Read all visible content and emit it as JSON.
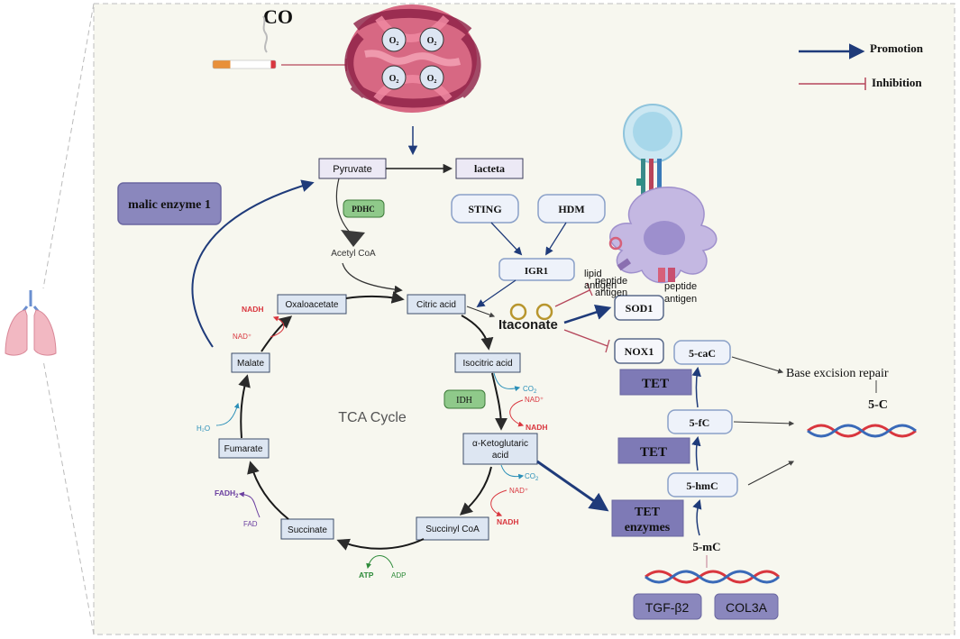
{
  "legend": {
    "promotion": "Promotion",
    "inhibition": "Inhibition",
    "promotion_color": "#1f3b7a",
    "inhibition_color": "#b5475b"
  },
  "stimulus": {
    "co": "CO",
    "o2_1": "O",
    "o2_2": "O",
    "o2_3": "O",
    "o2_4": "O",
    "o2_sub": "2"
  },
  "glycolysis": {
    "pyruvate": "Pyruvate",
    "lacteta": "lacteta",
    "pdhc": "PDHC",
    "acetyl_coa": "Acetyl CoA",
    "malic_enzyme": "malic enzyme 1"
  },
  "tca": {
    "title": "TCA Cycle",
    "citric_acid": "Citric acid",
    "isocitric_acid": "Isocitric acid",
    "idh": "IDH",
    "akg_line1": "α-Ketoglutaric",
    "akg_line2": "acid",
    "succinyl_coa": "Succinyl CoA",
    "succinate": "Succinate",
    "fumarate": "Fumarate",
    "malate": "Malate",
    "oxaloacetate": "Oxaloacetate",
    "co2_1": "CO",
    "co2_2": "CO",
    "co2_sub": "2",
    "nad_1": "NAD⁺",
    "nad_2": "NAD⁺",
    "nad_3": "NAD⁺",
    "nadh_1": "NADH",
    "nadh_2": "NADH",
    "nadh_3": "NADH",
    "atp": "ATP",
    "adp": "ADP",
    "fadh2": "FADH",
    "fadh2_sub": "2",
    "fad": "FAD",
    "h2o": "H₂O"
  },
  "immune": {
    "sting": "STING",
    "hdm": "HDM",
    "igr1": "IGR1",
    "itaconate": "Itaconate",
    "sod1": "SOD1",
    "nox1": "NOX1",
    "lipid_antigen_1": "lipid",
    "lipid_antigen_2": "antigen",
    "peptide_antigen_a1": "peptide",
    "peptide_antigen_a2": "antigen",
    "peptide_antigen_b1": "peptide",
    "peptide_antigen_b2": "antigen"
  },
  "epigenetic": {
    "tet_1": "TET",
    "tet_2": "TET",
    "tet_enzymes_1": "TET",
    "tet_enzymes_2": "enzymes",
    "five_cac": "5-caC",
    "five_fc": "5-fC",
    "five_hmc": "5-hmC",
    "five_mc": "5-mC",
    "five_c": "5-C",
    "base_excision": "Base excision repair",
    "tgf": "TGF-β2",
    "col3a": "COL3A"
  }
}
